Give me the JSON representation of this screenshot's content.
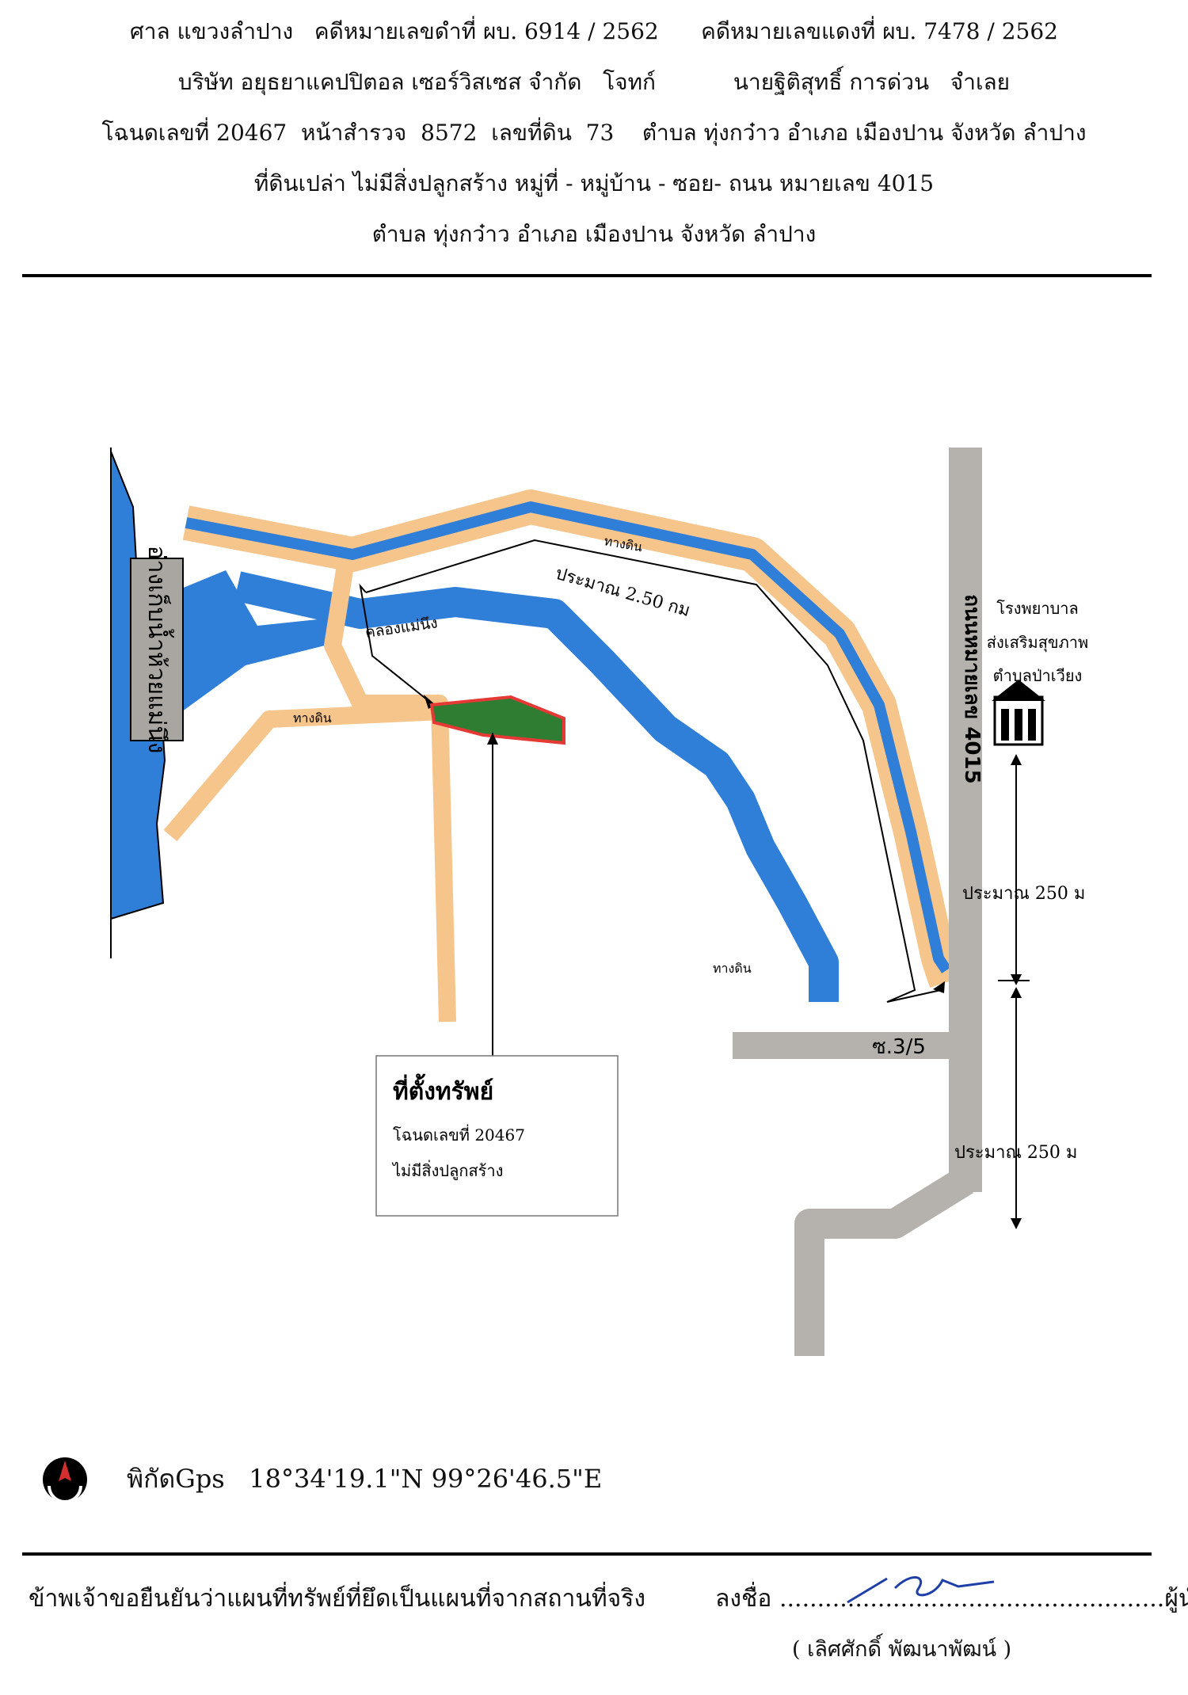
{
  "header": {
    "line1": "ศาล แขวงลำปาง   คดีหมายเลขดำที่ ผบ. 6914 / 2562      คดีหมายเลขแดงที่ ผบ. 7478 / 2562",
    "line2": "บริษัท อยุธยาแคปปิตอล เซอร์วิสเซส จำกัด   โจทก์           นายฐิติสุทธิ์ การด่วน   จำเลย",
    "line3": "โฉนดเลขที่ 20467  หน้าสำรวจ  8572  เลขที่ดิน  73    ตำบล ทุ่งกว๋าว อำเภอ เมืองปาน จังหวัด ลำปาง",
    "line4": "ที่ดินเปล่า ไม่มีสิ่งปลูกสร้าง หมู่ที่ - หมู่บ้าน - ซอย- ถนน หมายเลข 4015",
    "line5": "ตำบล ทุ่งกว๋าว อำเภอ เมืองปาน จังหวัด ลำปาง"
  },
  "map": {
    "reservoir_label": "อ่างเก็บน้ำห้วยแม่นึง",
    "canal_label": "คลองแม่นึง",
    "dirt_road_labels": [
      "ทางดิน",
      "ทางดิน",
      "ทางดิน"
    ],
    "route_distance": "ประมาณ 2.50 กม",
    "highway_label": "ถนนหมายเลข 4015",
    "soi_label": "ซ.3/5",
    "hospital_lines": [
      "โรงพยาบาล",
      "ส่งเสริมสุขภาพ",
      "ตำบลป่าเวียง"
    ],
    "distance_upper": "ประมาณ 250 ม",
    "distance_lower": "ประมาณ 250 ม",
    "property_box": {
      "title": "ที่ตั้งทรัพย์",
      "line1": "โฉนดเลขที่ 20467",
      "line2": "ไม่มีสิ่งปลูกสร้าง"
    },
    "colors": {
      "water": "#2f7ed8",
      "dirt_road": "#f6c58c",
      "paved_road": "#b5b2ad",
      "parcel_fill": "#2e7d32",
      "parcel_border": "#e53935"
    }
  },
  "gps": {
    "text": "พิกัดGps   18°34'19.1\"N 99°26'46.5\"E",
    "icon": "compass-icon"
  },
  "footer": {
    "declaration": "ข้าพเจ้าขอยืนยันว่าแผนที่ทรัพย์ที่ยึดเป็นแผนที่จากสถานที่จริง",
    "sign_prefix": "ลงชื่อ",
    "sign_suffix": "ผู้นำยึด",
    "signer_name": "( เลิศศักดิ์ พัฒนาพัฒน์ )"
  }
}
